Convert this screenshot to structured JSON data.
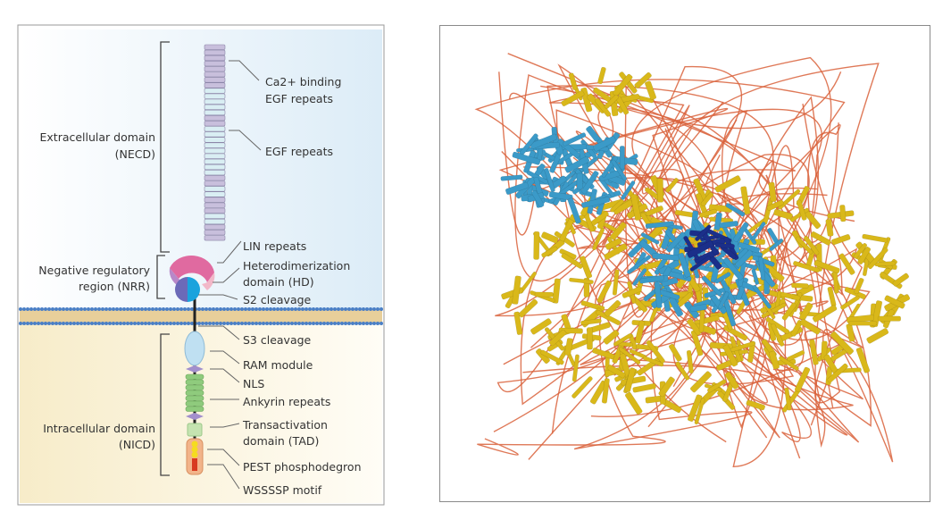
{
  "left_panel": {
    "labels": {
      "ca_binding_1": "Ca2+ binding",
      "ca_binding_2": "EGF repeats",
      "egf_repeats": "EGF repeats",
      "necd_1": "Extracellular domain",
      "necd_2": "(NECD)",
      "lin": "LIN repeats",
      "hd_1": "Heterodimerization",
      "hd_2": "domain (HD)",
      "s2": "S2 cleavage",
      "nrr_1": "Negative regulatory",
      "nrr_2": "region (NRR)",
      "s3": "S3 cleavage",
      "ram": "RAM module",
      "nls": "NLS",
      "ankyrin": "Ankyrin repeats",
      "tad_1": "Transactivation",
      "tad_2": "domain (TAD)",
      "pest": "PEST phosphodegron",
      "wssssp": "WSSSSP motif",
      "nicd_1": "Intracellular domain",
      "nicd_2": "(NICD)"
    },
    "colors": {
      "egf_ca": "#c8bfdc",
      "egf": "#d9eef3",
      "lin": "#e06aa0",
      "hd": "#1aa3dd",
      "ram": "#bfe0f2",
      "ankyrin": "#8fcb7d",
      "pest": "#f2b48a",
      "membrane_head": "#4a7fc6"
    }
  },
  "right_panel": {
    "colors": {
      "coil": "#d9623b",
      "helix_blue": "#3b9ac8",
      "sheet_yellow": "#d9b81a",
      "dark_blue": "#1b2f8a"
    }
  }
}
